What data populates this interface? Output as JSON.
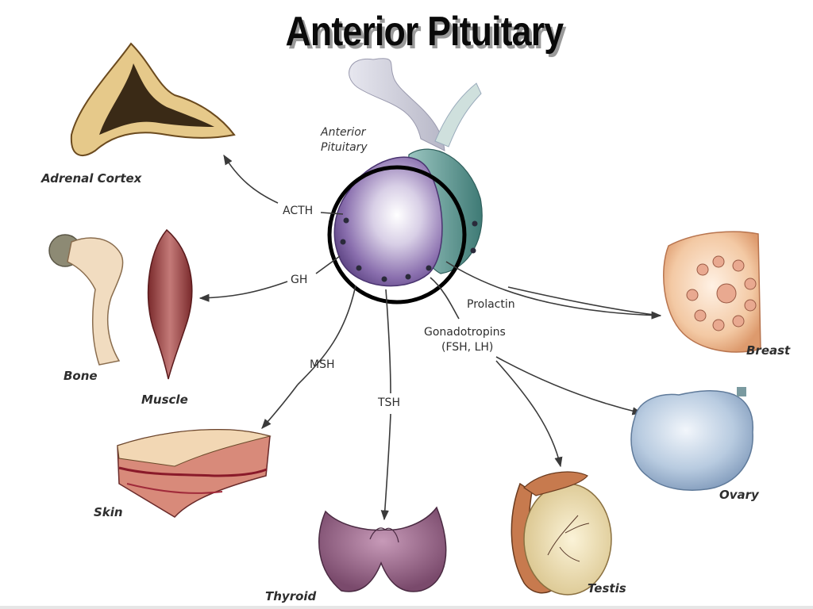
{
  "title": "Anterior Pituitary",
  "gland_label": [
    "Anterior",
    "Pituitary"
  ],
  "hormones": {
    "acth": "ACTH",
    "gh": "GH",
    "msh": "MSH",
    "tsh": "TSH",
    "prolactin": "Prolactin",
    "gonadotropins": "Gonadotropins",
    "gonadotropins_sub": "(FSH, LH)"
  },
  "targets": {
    "adrenal_cortex": "Adrenal Cortex",
    "bone": "Bone",
    "muscle": "Muscle",
    "skin": "Skin",
    "thyroid": "Thyroid",
    "testis": "Testis",
    "ovary": "Ovary",
    "breast": "Breast"
  },
  "colors": {
    "anterior_lobe": "#7a5c9a",
    "posterior_lobe": "#4e8a86",
    "arrow": "#3a3a3a",
    "highlight_circle": "#000000"
  }
}
